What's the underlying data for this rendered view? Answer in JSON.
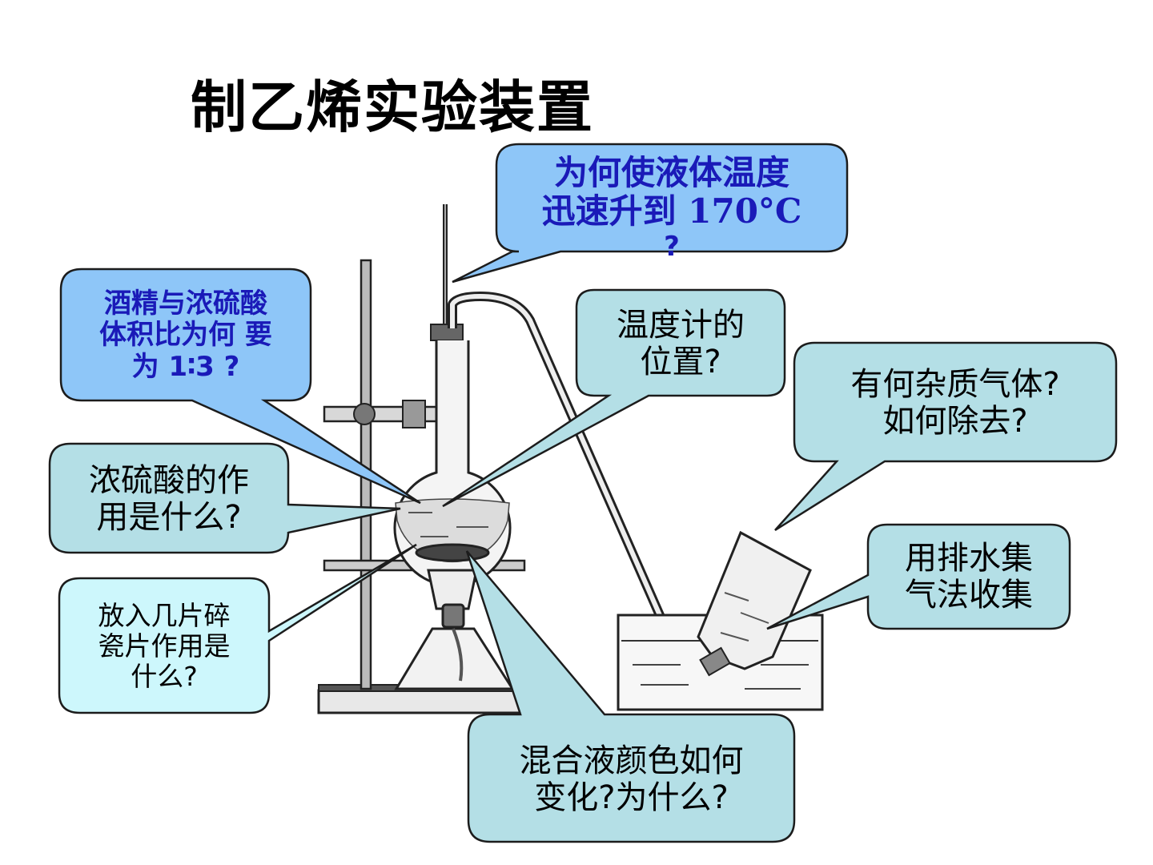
{
  "title": "制乙烯实验装置",
  "callouts": {
    "temperature_170": {
      "lines": [
        "为何使液体温度",
        "迅速升到 170°C",
        "?"
      ]
    },
    "volume_ratio": {
      "lines": [
        "酒精与浓硫酸",
        "体积比为何  要",
        "为 1∶3 ?"
      ]
    },
    "thermometer_position": {
      "lines": [
        "温度计的",
        "位置?"
      ]
    },
    "impurity_gas": {
      "lines": [
        "有何杂质气体?",
        "如何除去?"
      ]
    },
    "sulfuric_acid_role": {
      "lines": [
        "浓硫酸的作",
        "用是什么?"
      ]
    },
    "water_collection": {
      "lines": [
        "用排水集",
        "气法收集"
      ]
    },
    "porcelain_chips": {
      "lines": [
        "放入几片碎",
        "瓷片作用是",
        "什么?"
      ]
    },
    "mixture_color": {
      "lines": [
        "混合液颜色如何",
        "变化?为什么?"
      ]
    }
  },
  "colors": {
    "blue_callout_fill": "#8ec6f8",
    "teal_callout_fill": "#b4dfe6",
    "light_callout_fill": "#cdf7fc",
    "blue_text": "#1a1ab8",
    "outline": "#1c1c1c"
  }
}
